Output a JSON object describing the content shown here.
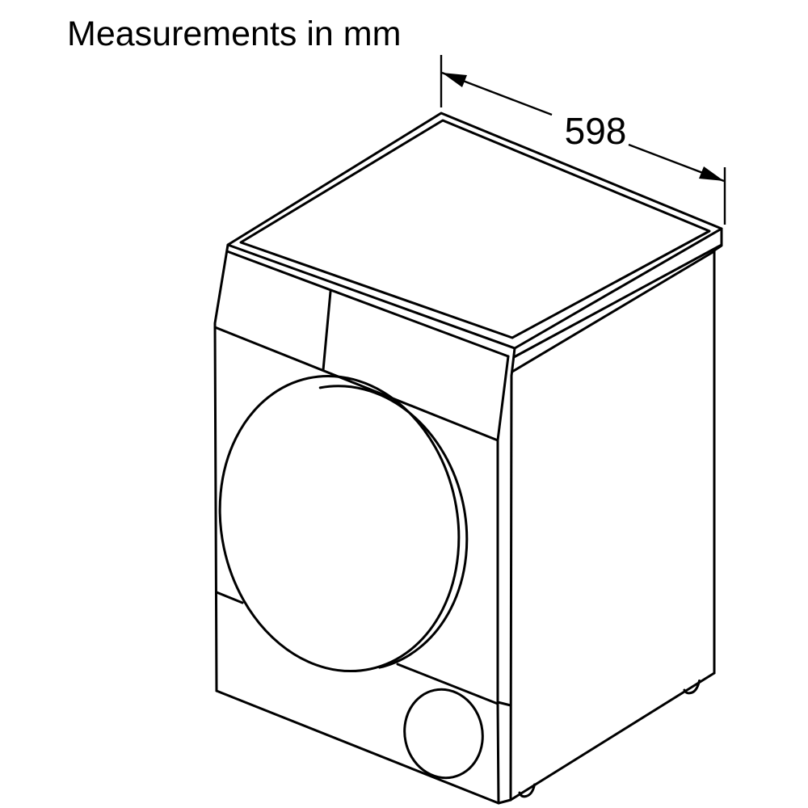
{
  "title": {
    "text": "Measurements in mm"
  },
  "dimension": {
    "value": "598"
  },
  "diagram": {
    "type": "isometric technical drawing",
    "subject": "front-loading laundry appliance (dryer/washing machine)"
  },
  "colors": {
    "background": "#ffffff",
    "line": "#000000",
    "text": "#000000"
  }
}
